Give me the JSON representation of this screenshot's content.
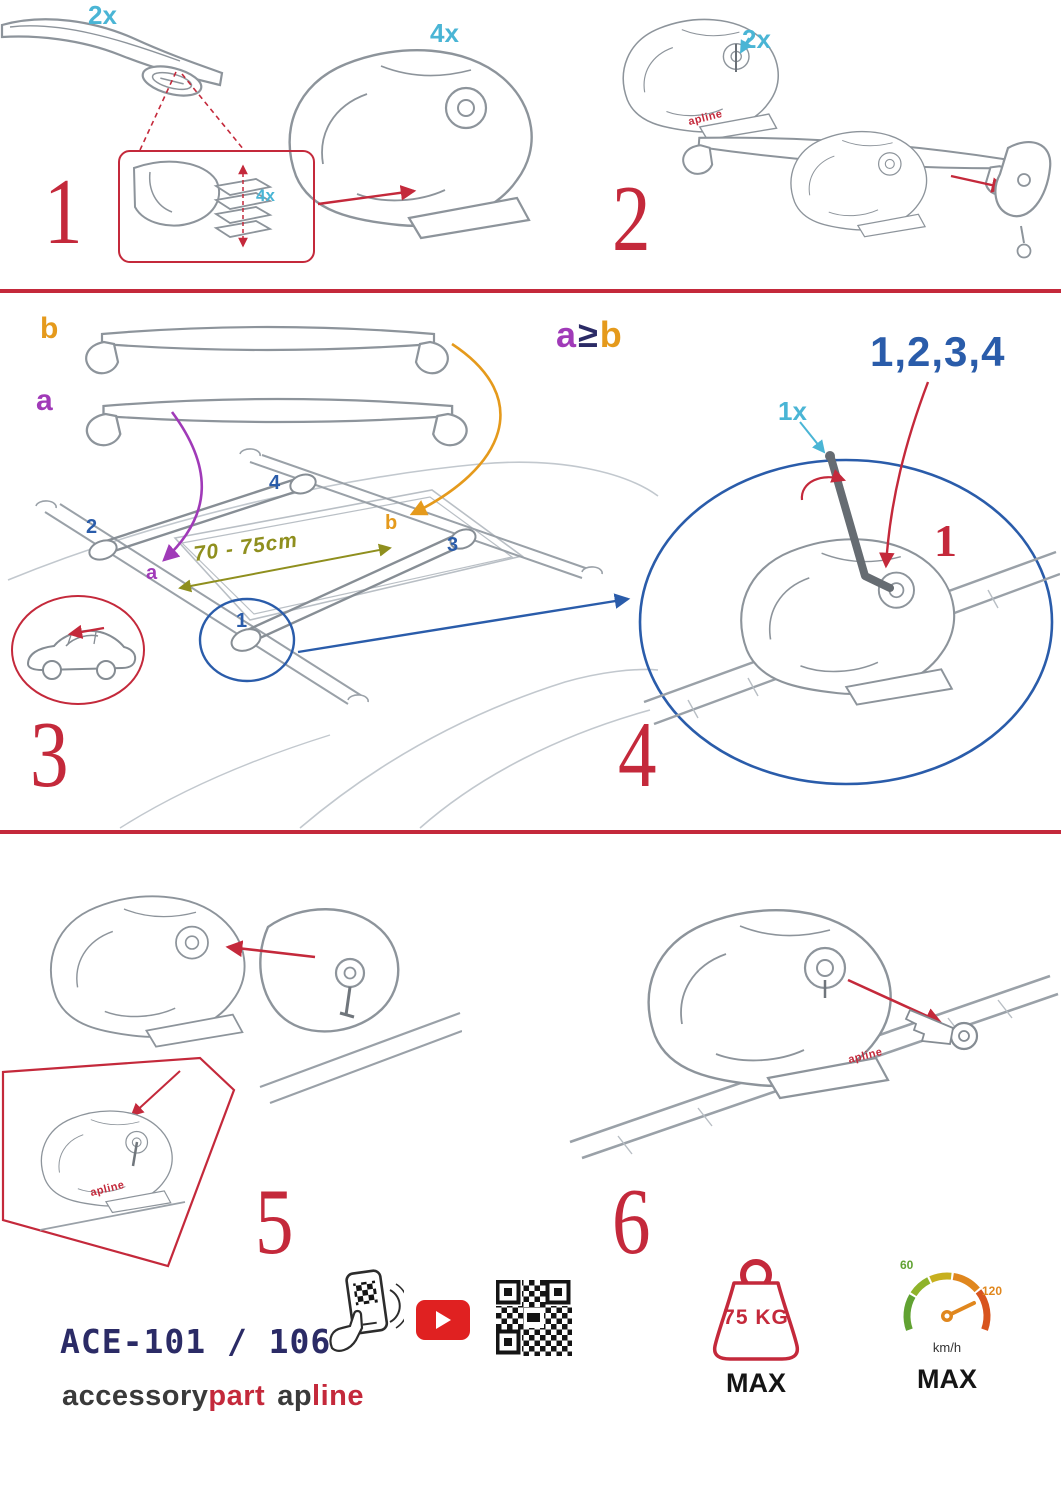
{
  "colors": {
    "red": "#c4293b",
    "cyan": "#4ab5d5",
    "purple": "#a03ab8",
    "orange": "#e59a1c",
    "olive": "#8f8f1e",
    "blue": "#2a5caa",
    "navy": "#2b2b66"
  },
  "step1": {
    "number": "1",
    "bar_qty": "2x",
    "foot_qty": "4x",
    "pad_qty": "4x"
  },
  "step2": {
    "number": "2",
    "lock_qty": "2x",
    "brand": "apline"
  },
  "step3": {
    "number": "3",
    "bar_b": "b",
    "bar_a": "a",
    "rule_a": "a",
    "rule_op": "≥",
    "rule_b": "b",
    "span": "70 - 75cm",
    "pos_1": "1",
    "pos_2": "2",
    "pos_3": "3",
    "pos_4": "4",
    "pos_a": "a",
    "pos_b": "b"
  },
  "step4": {
    "number": "4",
    "sequence": "1,2,3,4",
    "tool_qty": "1x",
    "first": "1"
  },
  "step5": {
    "number": "5",
    "brand": "apline"
  },
  "step6": {
    "number": "6",
    "brand": "apline"
  },
  "footer": {
    "model": "ACE-101 / 106",
    "brand_accessory": "accessory",
    "brand_part": "part",
    "brand_ap": "ap",
    "brand_line": "line",
    "weight_value": "75 KG",
    "weight_max": "MAX",
    "speed_low": "60",
    "speed_high": "120",
    "speed_unit": "km/h",
    "speed_max": "MAX"
  }
}
